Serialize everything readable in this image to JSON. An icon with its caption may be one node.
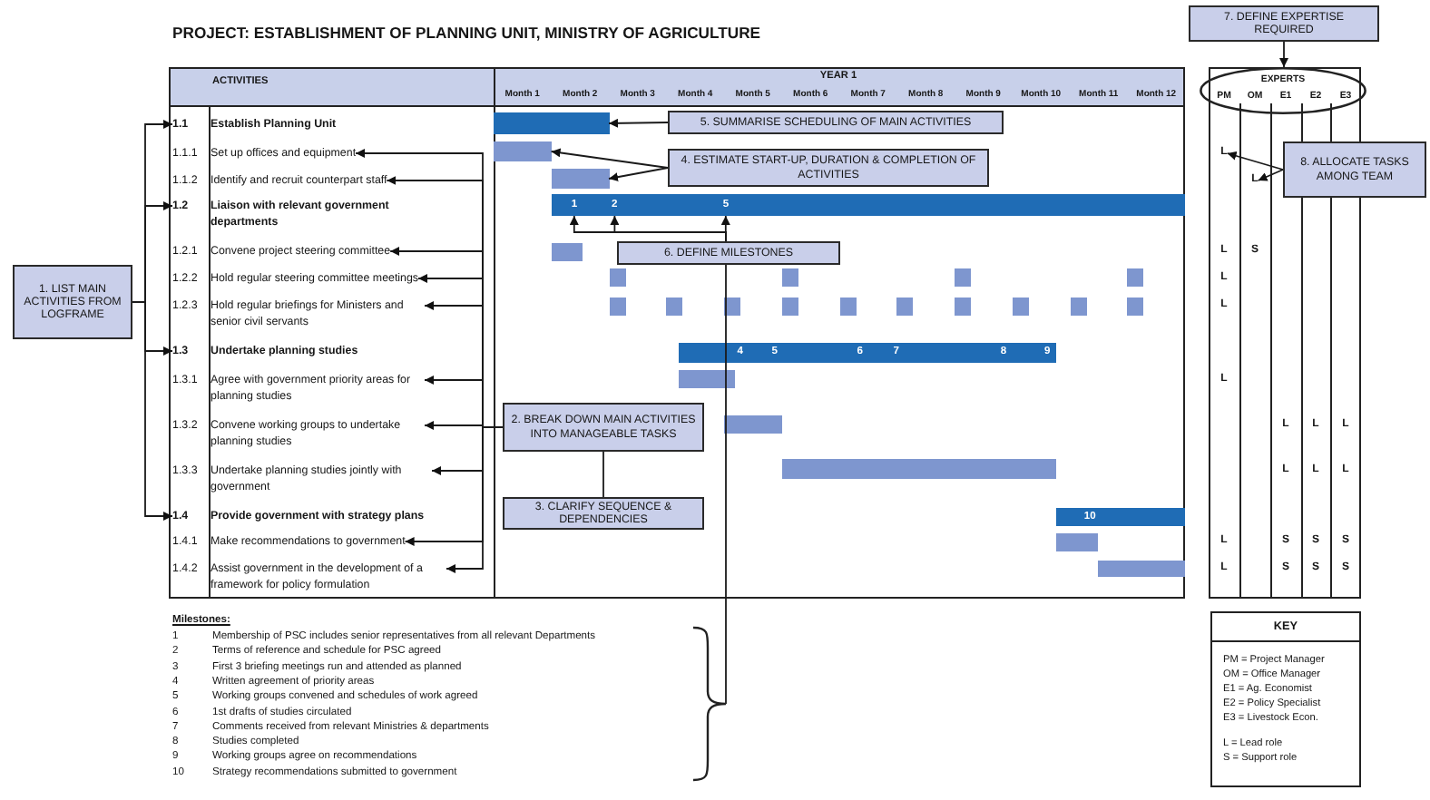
{
  "diagram": {
    "title": "PROJECT: ESTABLISHMENT OF PLANNING UNIT, MINISTRY OF AGRICULTURE",
    "nodes": [
      {
        "text": [
          "1.1",
          "Establish Planning Unit"
        ]
      },
      {
        "text": [
          "1.1.1",
          "Set up offices and equipment"
        ]
      },
      {
        "text": [
          "1.1.2",
          "Identify and recruit counterpart staff"
        ]
      },
      {
        "text": [
          "1.2",
          "Liaison with relevant government departments"
        ]
      },
      {
        "text": [
          "1.2.1",
          "Convene project steering committee"
        ]
      },
      {
        "text": [
          "1.2.2",
          "Hold regular steering committee meetings"
        ]
      },
      {
        "text": [
          "1.2.3",
          "Hold regular briefings for Ministers and senior civil servants"
        ]
      },
      {
        "text": [
          "1.3",
          "Undertake planning studies"
        ]
      },
      {
        "text": [
          "1.3.1",
          "Agree with government priority areas for planning studies"
        ]
      },
      {
        "text": [
          "1.3.2",
          "Convene working groups to undertake planning studies"
        ]
      },
      {
        "text": [
          "1.3.3",
          "Undertake planning studies jointly with government"
        ]
      },
      {
        "text": [
          "1.4",
          "Provide government with strategy plans"
        ]
      },
      {
        "text": [
          "1.4.1",
          "Make recommendations to government"
        ]
      },
      {
        "text": [
          "1.4.2",
          "Assist government in the development of a framework for policy formulation"
        ]
      },
      {
        "text": [],
        "shape": "bar"
      },
      {
        "text": [],
        "shape": "bar"
      },
      {
        "text": [],
        "shape": "bar"
      },
      {
        "text": [],
        "shape": "bar"
      },
      {
        "text": [
          "1"
        ],
        "in": 17
      },
      {
        "text": [
          "2"
        ],
        "in": 17
      },
      {
        "text": [
          "5"
        ],
        "in": 17
      },
      {
        "text": [],
        "shape": "bar"
      },
      {
        "text": [],
        "shape": "box"
      },
      {
        "text": [],
        "shape": "box"
      },
      {
        "text": [],
        "shape": "box"
      },
      {
        "text": [],
        "shape": "box"
      },
      {
        "text": [],
        "shape": "box"
      },
      {
        "text": [],
        "shape": "box"
      },
      {
        "text": [],
        "shape": "box"
      },
      {
        "text": [],
        "shape": "box"
      },
      {
        "text": [],
        "shape": "box"
      },
      {
        "text": [],
        "shape": "box"
      },
      {
        "text": [],
        "shape": "box"
      },
      {
        "text": [],
        "shape": "box"
      },
      {
        "text": [],
        "shape": "box"
      },
      {
        "text": [],
        "shape": "box"
      },
      {
        "text": [],
        "shape": "bar"
      },
      {
        "text": [
          "4"
        ],
        "in": 36
      },
      {
        "text": [
          "5"
        ],
        "in": 36
      },
      {
        "text": [
          "6"
        ],
        "in": 36
      },
      {
        "text": [
          "7"
        ],
        "in": 36
      },
      {
        "text": [
          "8"
        ],
        "in": 36
      },
      {
        "text": [
          "9"
        ],
        "in": 36
      },
      {
        "text": [],
        "shape": "bar"
      },
      {
        "text": [],
        "shape": "bar"
      },
      {
        "text": [],
        "shape": "bar"
      },
      {
        "text": [],
        "shape": "bar"
      },
      {
        "text": [
          "10"
        ],
        "in": 46
      },
      {
        "text": [],
        "shape": "bar"
      },
      {
        "text": [],
        "shape": "bar"
      },
      {
        "text": [
          "EXPERTS",
          "PM",
          "OM",
          "E1",
          "E2",
          "E3"
        ]
      },
      {
        "text": [
          "L"
        ]
      },
      {
        "text": [
          "L"
        ]
      },
      {
        "text": [
          "Milestones:",
          "1",
          "Membership of PSC includes senior representatives from all relevant Departments",
          "2",
          "Terms of reference and schedule for PSC agreed",
          "3",
          "First 3 briefing meetings run and attended as planned",
          "4",
          "Written agreement of priority areas",
          "5",
          "Working groups convened and schedules of work agreed",
          "6",
          "1st drafts of studies circulated",
          "7",
          "Comments received from relevant Ministries & departments",
          "8",
          "Studies completed",
          "9",
          "Working groups agree on recommendations",
          "10",
          "Strategy recommendations submitted to government"
        ]
      },
      {
        "text": [
          "KEY",
          "PM = Project Manager",
          "OM = Office Manager",
          "E1 = Ag. Economist",
          "E2 = Policy Specialist",
          "E3 = Livestock Econ.",
          "L = Lead role",
          "S = Support role"
        ]
      },
      {
        "text": [
          "1. LIST MAIN ACTIVITIES FROM LOGFRAME"
        ]
      },
      {
        "text": [
          "2. BREAK DOWN MAIN ACTIVITIES INTO MANAGEABLE TASKS"
        ]
      },
      {
        "text": [
          "3. CLARIFY SEQUENCE & DEPENDENCIES"
        ]
      },
      {
        "text": [
          "4. ESTIMATE START-UP, DURATION & COMPLETION OF ACTIVITIES"
        ]
      },
      {
        "text": [
          "5. SUMMARISE SCHEDULING OF MAIN ACTIVITIES"
        ]
      },
      {
        "text": [
          "6. DEFINE MILESTONES"
        ]
      },
      {
        "text": [
          "7. DEFINE EXPERTISE REQUIRED"
        ]
      },
      {
        "text": [
          "8. ALLOCATE TASKS AMONG TEAM"
        ]
      }
    ],
    "edges": [
      {
        "from": 55,
        "to": 0,
        "arrow": "to"
      },
      {
        "from": 55,
        "to": 3,
        "arrow": "to"
      },
      {
        "from": 55,
        "to": 7,
        "arrow": "to"
      },
      {
        "from": 55,
        "to": 11,
        "arrow": "to"
      },
      {
        "from": 56,
        "to": 1,
        "arrow": "to"
      },
      {
        "from": 56,
        "to": 2,
        "arrow": "to"
      },
      {
        "from": 56,
        "to": 4,
        "arrow": "to"
      },
      {
        "from": 56,
        "to": 5,
        "arrow": "to"
      },
      {
        "from": 56,
        "to": 6,
        "arrow": "to"
      },
      {
        "from": 56,
        "to": 8,
        "arrow": "to"
      },
      {
        "from": 56,
        "to": 9,
        "arrow": "to"
      },
      {
        "from": 56,
        "to": 10,
        "arrow": "to"
      },
      {
        "from": 56,
        "to": 12,
        "arrow": "to"
      },
      {
        "from": 56,
        "to": 13,
        "arrow": "to"
      },
      {
        "from": 56,
        "to": 57,
        "arrow": "none"
      },
      {
        "from": 58,
        "to": 15,
        "arrow": "to"
      },
      {
        "from": 58,
        "to": 16,
        "arrow": "to"
      },
      {
        "from": 59,
        "to": 14,
        "arrow": "to"
      },
      {
        "from": 60,
        "to": 18,
        "arrow": "to"
      },
      {
        "from": 60,
        "to": 19,
        "arrow": "to"
      },
      {
        "from": 60,
        "to": 20,
        "arrow": "to"
      },
      {
        "from": 60,
        "to": 53,
        "arrow": "none"
      },
      {
        "from": 61,
        "to": 50,
        "arrow": "to"
      },
      {
        "from": 62,
        "to": 51,
        "arrow": "to"
      },
      {
        "from": 62,
        "to": 52,
        "arrow": "to"
      }
    ],
    "labels": [
      "ACTIVITIES",
      "YEAR 1",
      "Month 1",
      "Month 2",
      "Month 3",
      "Month 4",
      "Month 5",
      "Month 6",
      "Month 7",
      "Month 8",
      "Month 9",
      "Month 10",
      "Month 11",
      "Month 12",
      "L",
      "S",
      "L",
      "L",
      "L",
      "L",
      "L",
      "L",
      "L",
      "L",
      "L",
      "L",
      "S",
      "S",
      "S",
      "L",
      "S",
      "S",
      "S"
    ]
  }
}
